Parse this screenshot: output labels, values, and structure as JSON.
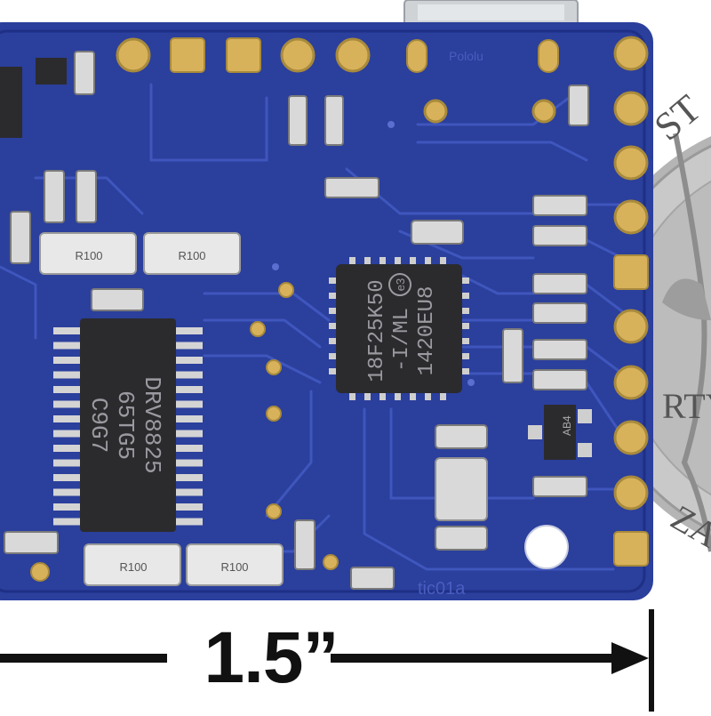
{
  "photo": {
    "board_color": "#2b3f9c",
    "board_edge_color": "#1e2f86",
    "trace_color": "#3f56bd",
    "pad_color": "#d8b25a",
    "chip_color": "#2b2b2e",
    "coin_color": "#b9b9b9"
  },
  "labels": {
    "driver_chip": [
      "DRV8825",
      "65TG5",
      "C9G7"
    ],
    "mcu_chip": [
      "18F25K50",
      "-I/ML",
      "1420EU8"
    ],
    "mcu_badge": "e3",
    "shunt_resistor": "R100",
    "board_silk": "tic01a",
    "brand_silk": "Pololu",
    "sot_part": "AB4"
  },
  "dimension": {
    "value": "1.5”"
  }
}
